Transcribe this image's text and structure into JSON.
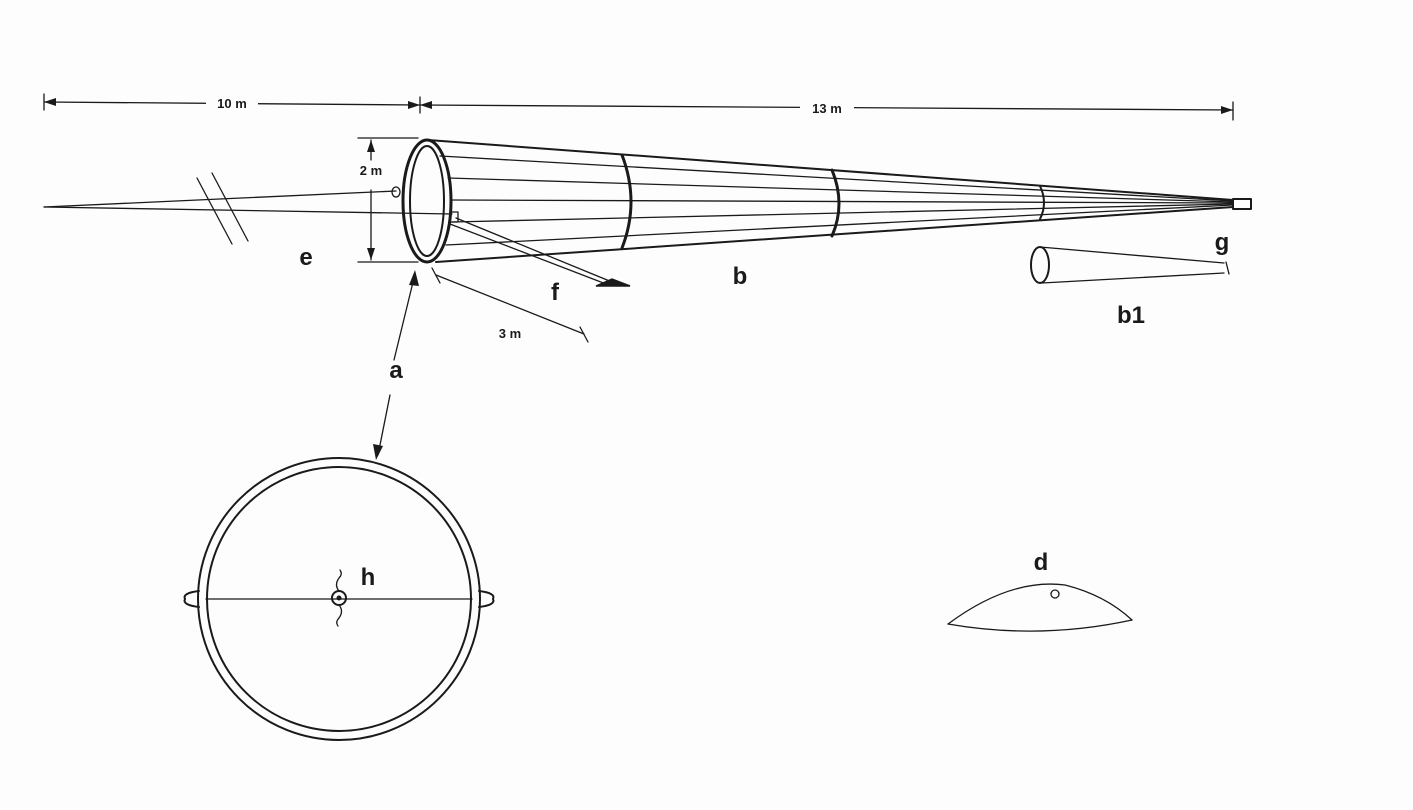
{
  "dimensions": {
    "d10": "10 m",
    "d13": "13 m",
    "d2": "2 m",
    "d3": "3 m"
  },
  "labels": {
    "a": "a",
    "b": "b",
    "b1": "b1",
    "d": "d",
    "e": "e",
    "f": "f",
    "g": "g",
    "h": "h"
  },
  "colors": {
    "ink": "#1a1a1a",
    "paper": "#fdfdfd"
  }
}
